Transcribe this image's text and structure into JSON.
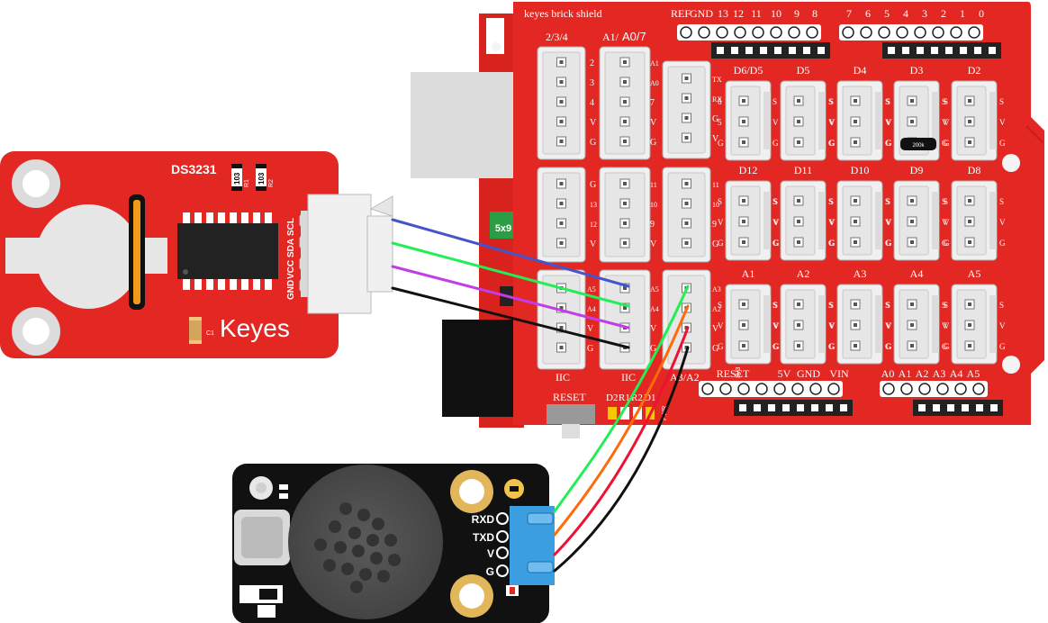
{
  "shield": {
    "title": "keyes brick shield",
    "top_header_left": [
      "REF",
      "GND",
      "13",
      "12",
      "11",
      "10",
      "9",
      "8"
    ],
    "top_header_right": [
      "7",
      "6",
      "5",
      "4",
      "3",
      "2",
      "1",
      "0"
    ],
    "col1_title": "2/3/4",
    "col2_title_a": "A1/",
    "col2_title_b": "A0/7",
    "col1_pins": [
      "2",
      "3",
      "4",
      "V",
      "G"
    ],
    "col2_pins": [
      "A1",
      "A0",
      "7",
      "V",
      "G"
    ],
    "col3_pins": [
      "TX",
      "RX",
      "G",
      "V"
    ],
    "col1b_pins": [
      "G",
      "13",
      "12",
      "V"
    ],
    "col2b_pins": [
      "11",
      "10",
      "9",
      "V"
    ],
    "col3b_pins": [
      "11",
      "10",
      "9",
      "G"
    ],
    "col1c_pins": [
      "A5",
      "A4",
      "V",
      "G"
    ],
    "col2c_pins": [
      "A5",
      "A4",
      "V",
      "G"
    ],
    "col3c_pins": [
      "A3",
      "A2",
      "V",
      "G"
    ],
    "iic_left": "IIC",
    "iic_right": "IIC",
    "a3a2": "A3/A2",
    "row1_labels": [
      "D6/D5",
      "D5",
      "D4",
      "D3",
      "D2"
    ],
    "row2_labels": [
      "D12",
      "D11",
      "D10",
      "D9",
      "D8"
    ],
    "row3_labels": [
      "A1",
      "A2",
      "A3",
      "A4",
      "A5"
    ],
    "row1_side_first": [
      "6",
      "5",
      "G"
    ],
    "sv_g": [
      "S",
      "V",
      "G"
    ],
    "bottom_power": [
      "RESET",
      "5V",
      "GND",
      "VIN"
    ],
    "bottom_power_small": "3V3",
    "bottom_analog": [
      "A0",
      "A1",
      "A2",
      "A3",
      "A4",
      "A5"
    ],
    "reset_label": "RESET",
    "led_labels": [
      "D2",
      "R1",
      "R2",
      "D1"
    ],
    "pwr_label": "PWR",
    "small_part": "5x9",
    "pot_label": "200k"
  },
  "rtc": {
    "name": "DS3231",
    "brand": "Keyes",
    "pins": [
      "GND",
      "VCC",
      "SDA",
      "SCL"
    ],
    "r1_value": "103",
    "r1_name": "R1",
    "r2_value": "103",
    "r2_name": "R2",
    "c1": "C1"
  },
  "speaker": {
    "pins": [
      "RXD",
      "TXD",
      "V",
      "G"
    ]
  },
  "colors": {
    "board_red": "#e32722",
    "board_edge": "#c71e1a",
    "wire_blue": "#4455cc",
    "wire_green": "#22ee55",
    "wire_purple": "#c23ce8",
    "wire_black": "#111111",
    "wire_orange": "#ff6a0a",
    "wire_red": "#ee1133",
    "connector_white": "#f0f0f0",
    "speaker_connector": "#3a9ee0"
  }
}
